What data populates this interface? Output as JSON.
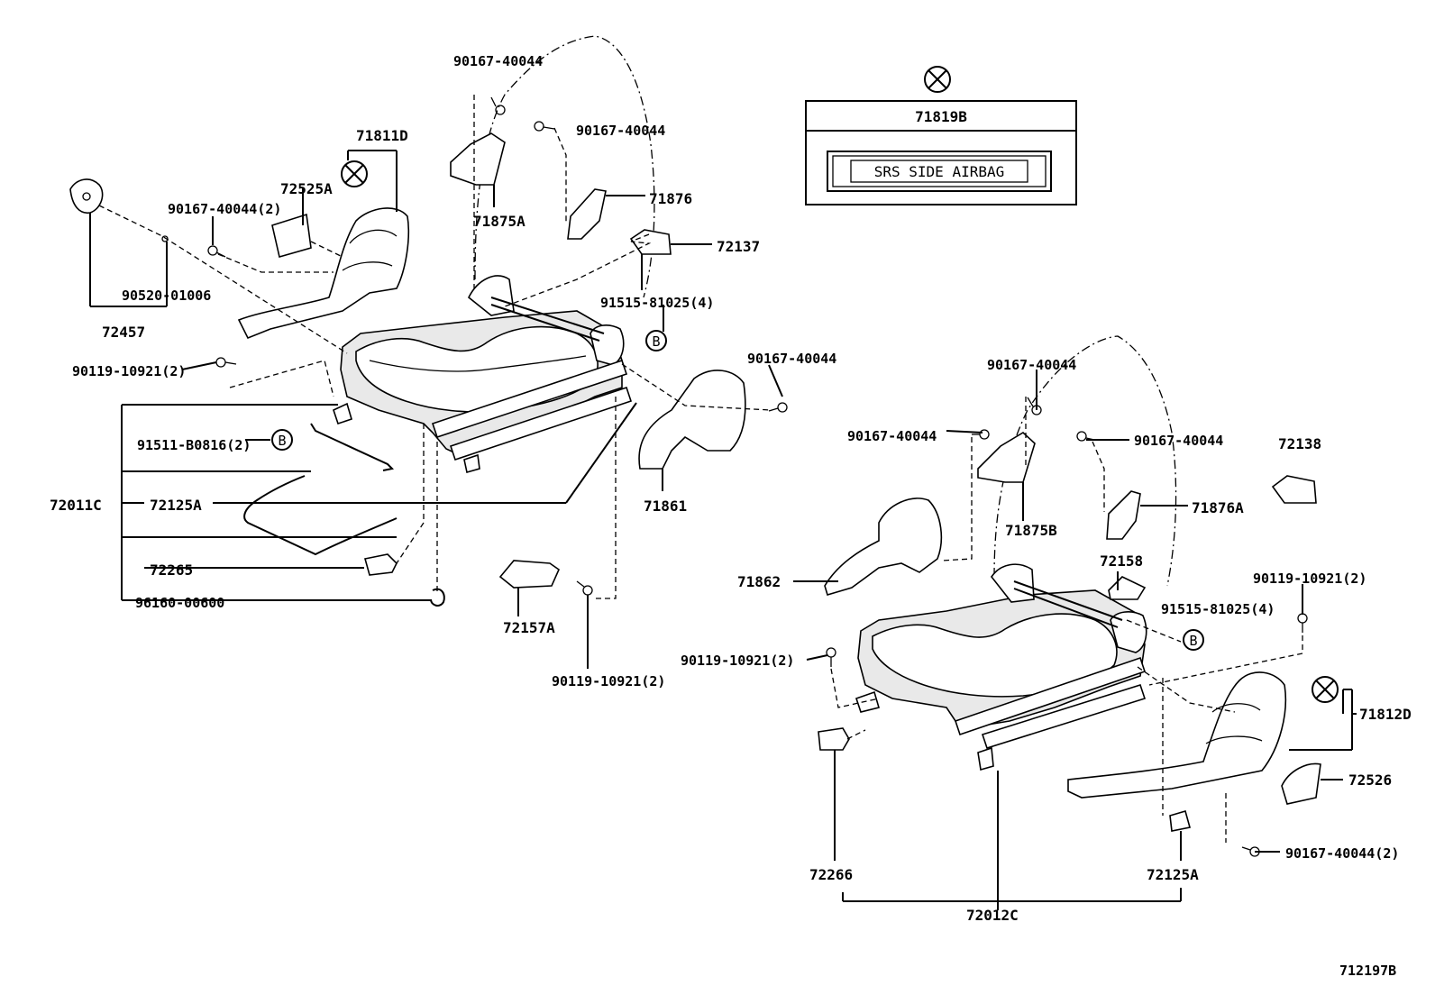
{
  "figure_id": "712197B",
  "label_box": {
    "part_number": "71819B",
    "label_text": "SRS SIDE AIRBAG"
  },
  "callouts": {
    "p90167_40044_a": "90167-40044",
    "p90167_40044_b": "90167-40044",
    "p71811D": "71811D",
    "p72525A": "72525A",
    "p90167_40044_2_a": "90167-40044(2)",
    "p90520_01006": "90520-01006",
    "p72457": "72457",
    "p71875A": "71875A",
    "p71876": "71876",
    "p72137": "72137",
    "p91515_81025_4_a": "91515-81025(4)",
    "p90119_10921_2_a": "90119-10921(2)",
    "p91511_B0816_2": "91511-B0816(2)",
    "p72011C": "72011C",
    "p72125A_a": "72125A",
    "p72265": "72265",
    "p96160_00600": "96160-00600",
    "p90167_40044_c": "90167-40044",
    "p71861": "71861",
    "p72157A": "72157A",
    "p90119_10921_2_b": "90119-10921(2)",
    "p90167_40044_d": "90167-40044",
    "p90167_40044_e": "90167-40044",
    "p90167_40044_f": "90167-40044",
    "p72138": "72138",
    "p71875B": "71875B",
    "p71876A": "71876A",
    "p71862": "71862",
    "p72158": "72158",
    "p90119_10921_2_c": "90119-10921(2)",
    "p91515_81025_4_b": "91515-81025(4)",
    "p90119_10921_2_d": "90119-10921(2)",
    "p71812D": "71812D",
    "p72526": "72526",
    "p90167_40044_2_b": "90167-40044(2)",
    "p72266": "72266",
    "p72125A_b": "72125A",
    "p72012C": "72012C"
  },
  "markers": {
    "b_marker": "B"
  }
}
